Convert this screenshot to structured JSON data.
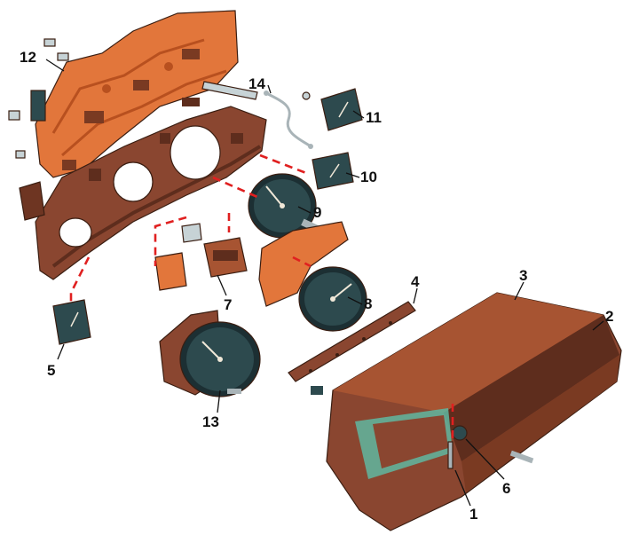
{
  "colors": {
    "pcb_orange": "#e2763b",
    "housing_brown": "#8a4630",
    "housing_dark": "#5e2d1d",
    "dial_face": "#2d4a4e",
    "dial_ring": "#1c2f33",
    "gasket_green": "#5fb7a0",
    "leader_red": "#e02020",
    "label_black": "#111111"
  },
  "callouts": {
    "c1": "1",
    "c2": "2",
    "c3": "3",
    "c4": "4",
    "c5": "5",
    "c6": "6",
    "c7": "7",
    "c8": "8",
    "c9": "9",
    "c10": "10",
    "c11": "11",
    "c12": "12",
    "c13": "13",
    "c14": "14"
  }
}
